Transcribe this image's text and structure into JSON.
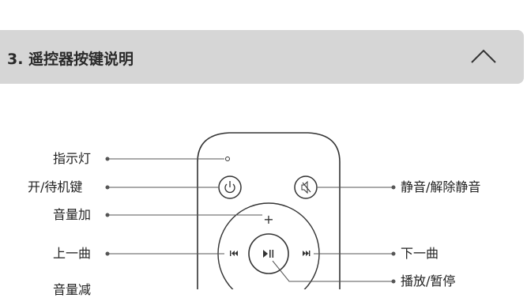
{
  "section": {
    "title": "3. 遥控器按键说明",
    "collapse_icon": "chevron-up-icon"
  },
  "remote": {
    "labels_left": {
      "indicator": "指示灯",
      "power": "开/待机键",
      "vol_up": "音量加",
      "prev": "上一曲",
      "vol_down": "音量减"
    },
    "labels_right": {
      "mute": "静音/解除静音",
      "next": "下一曲",
      "play_pause": "播放/暂停"
    },
    "buttons": {
      "plus": "+"
    },
    "icons": {
      "power": "power-icon",
      "mute": "mute-icon",
      "prev": "previous-track-icon",
      "next": "next-track-icon",
      "play": "play-pause-icon"
    }
  }
}
